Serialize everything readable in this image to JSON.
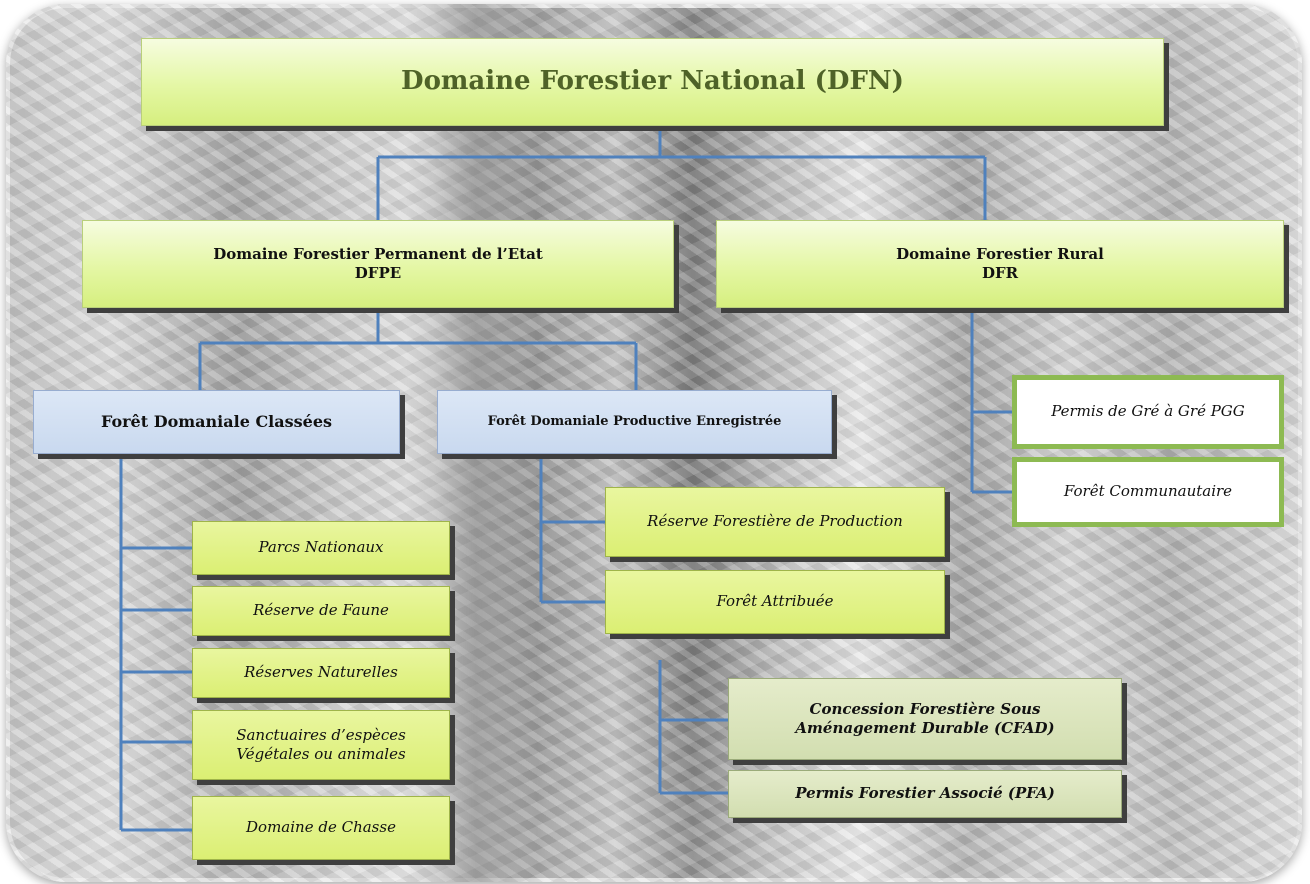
{
  "caption": "",
  "diagram": {
    "root": "Domaine Forestier National (DFN)",
    "dfpe": "Domaine Forestier Permanent de l’Etat\nDFPE",
    "dfr": "Domaine Forestier Rural\nDFR",
    "classees": "Forêt Domaniale Classées",
    "productive": "Forêt Domaniale Productive Enregistrée",
    "classees_children": [
      "Parcs Nationaux",
      "Réserve de Faune",
      "Réserves Naturelles",
      "Sanctuaires d’espèces\nVégétales ou animales",
      "Domaine de Chasse"
    ],
    "productive_children": [
      "Réserve Forestière de Production",
      "Forêt Attribuée"
    ],
    "attribuee_children": [
      "Concession Forestière Sous\nAménagement Durable (CFAD)",
      "Permis Forestier Associé (PFA)"
    ],
    "dfr_children": [
      "Permis de Gré à Gré PGG",
      "Forêt Communautaire"
    ]
  },
  "colors": {
    "connector": "#4f81bd",
    "title": "#4f6228",
    "green_fill": "#e4f7a4",
    "lime_fill": "#dbef73",
    "blue_fill": "#c9d9ef",
    "sage_fill": "#d2deb0",
    "white_border": "#8dba52"
  }
}
